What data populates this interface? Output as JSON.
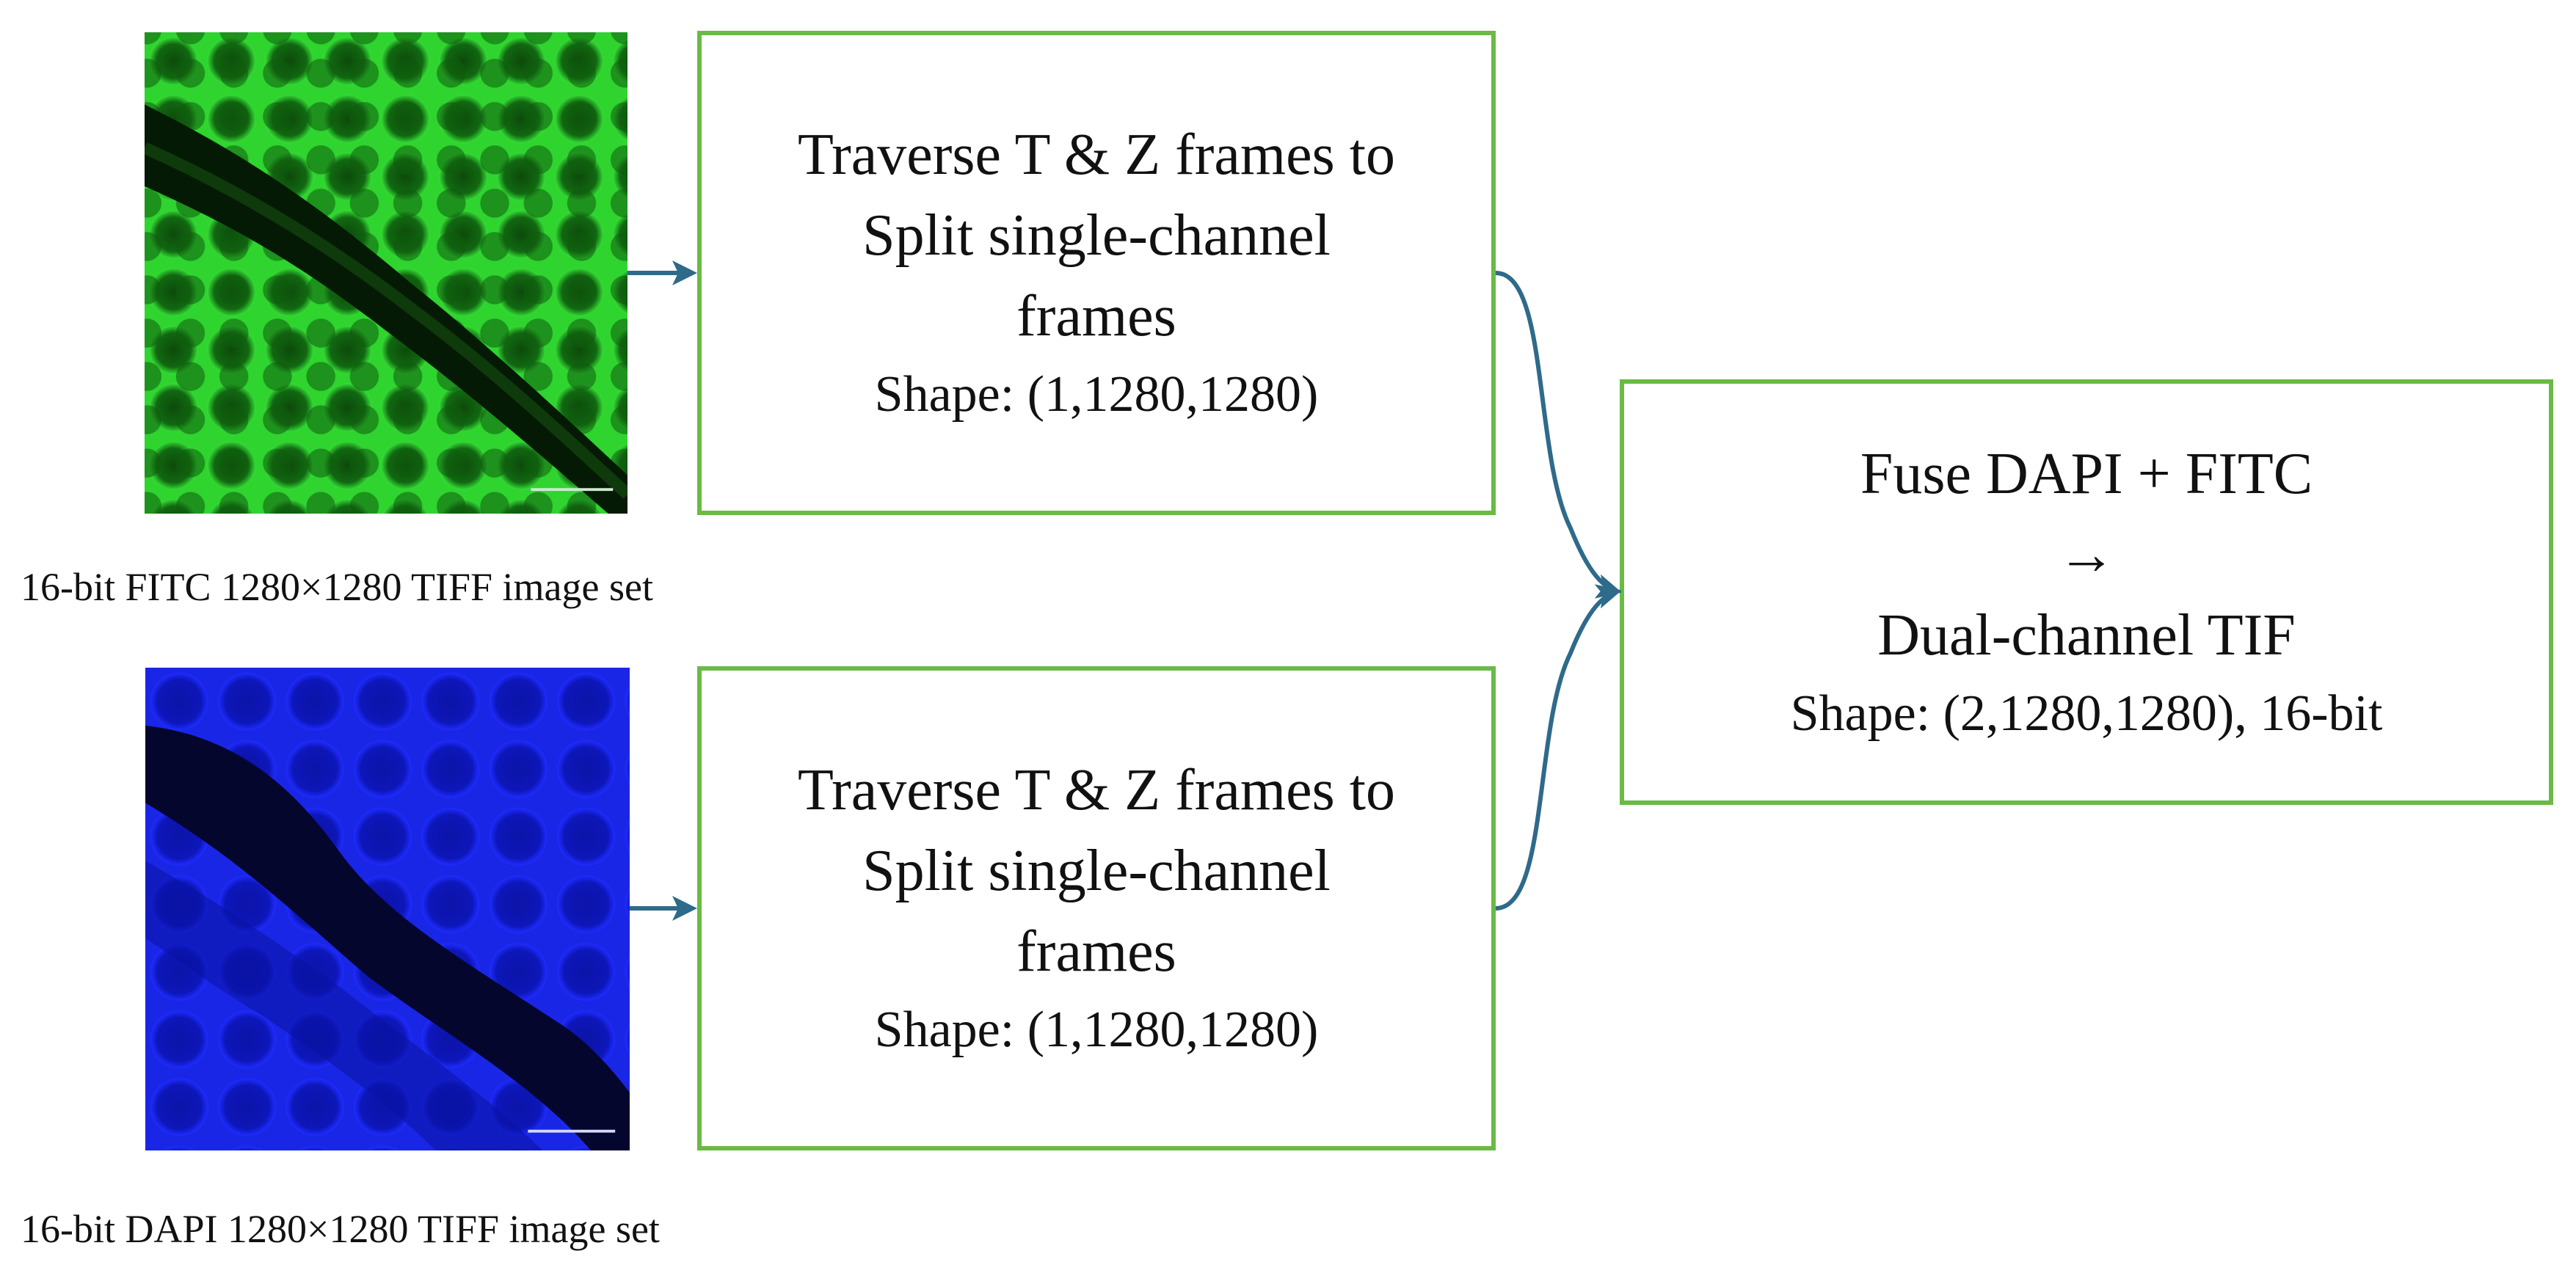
{
  "colors": {
    "box_border": "#6aba45",
    "arrow": "#2e6a8a",
    "fitc_channel": "#22dd22",
    "dapi_channel": "#1a30ff"
  },
  "inputs": {
    "fitc": {
      "caption": "16-bit FITC 1280×1280 TIFF image set"
    },
    "dapi": {
      "caption": "16-bit DAPI 1280×1280 TIFF image set"
    }
  },
  "split_fitc": {
    "lines": [
      "Traverse T & Z frames to",
      "Split single-channel",
      "frames"
    ],
    "shape": "Shape: (1,1280,1280)"
  },
  "split_dapi": {
    "lines": [
      "Traverse T & Z frames to",
      "Split single-channel",
      "frames"
    ],
    "shape": "Shape: (1,1280,1280)"
  },
  "fuse": {
    "lines": [
      "Fuse DAPI + FITC",
      "→",
      "Dual-channel TIF"
    ],
    "shape": "Shape: (2,1280,1280), 16-bit"
  }
}
